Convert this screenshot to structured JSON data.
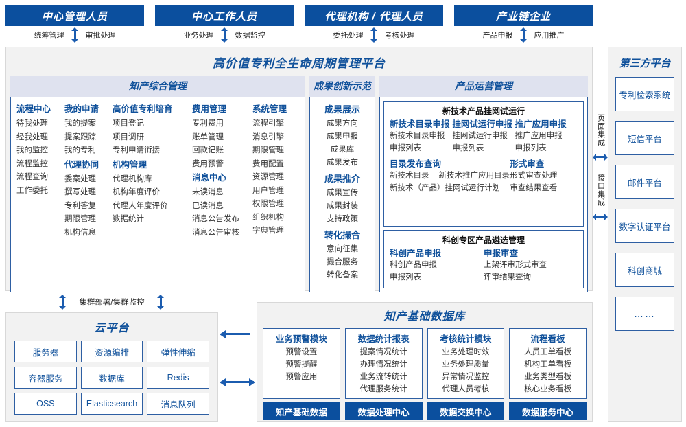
{
  "roles": [
    {
      "title": "中心管理人员",
      "actions": [
        "统筹管理",
        "审批处理"
      ]
    },
    {
      "title": "中心工作人员",
      "actions": [
        "业务处理",
        "数据监控"
      ]
    },
    {
      "title": "代理机构 / 代理人员",
      "actions": [
        "委托处理",
        "考核处理"
      ]
    },
    {
      "title": "产业链企业",
      "actions": [
        "产品申报",
        "应用推广"
      ]
    }
  ],
  "platform": {
    "title": "高价值专利全生命周期管理平台",
    "zhichan": {
      "header": "知产综合管理",
      "columns": [
        {
          "blocks": [
            {
              "head": "流程中心",
              "items": [
                "待我处理",
                "经我处理",
                "我的监控",
                "流程监控",
                "流程查询",
                "工作委托"
              ]
            }
          ]
        },
        {
          "blocks": [
            {
              "head": "我的申请",
              "items": [
                "我的提案",
                "提案跟踪",
                "我的专利"
              ]
            },
            {
              "head": "代理协同",
              "items": [
                "委案处理",
                "撰写处理",
                "专利答复",
                "期限管理",
                "机构信息"
              ]
            }
          ]
        },
        {
          "blocks": [
            {
              "head": "高价值专利培育",
              "items": [
                "项目登记",
                "项目调研",
                "专利申请衔接"
              ]
            },
            {
              "head": "机构管理",
              "items": [
                "代理机构库",
                "机构年度评价",
                "代理人年度评价",
                "数据统计"
              ]
            }
          ]
        },
        {
          "blocks": [
            {
              "head": "费用管理",
              "items": [
                "专利费用",
                "账单管理",
                "回款记账",
                "费用预警"
              ]
            },
            {
              "head": "消息中心",
              "items": [
                "未读消息",
                "已读消息",
                "消息公告发布",
                "消息公告审核"
              ]
            }
          ]
        },
        {
          "blocks": [
            {
              "head": "系统管理",
              "items": [
                "流程引擎",
                "消息引擎",
                "期限管理",
                "费用配置",
                "资源管理",
                "用户管理",
                "权限管理",
                "组织机构",
                "字典管理"
              ]
            }
          ]
        }
      ]
    },
    "chengguo": {
      "header": "成果创新示范",
      "blocks": [
        {
          "head": "成果展示",
          "items": [
            "成果方向",
            "成果申报",
            "成果库",
            "成果发布"
          ]
        },
        {
          "head": "成果推介",
          "items": [
            "成果宣传",
            "成果封装",
            "支持政策"
          ]
        },
        {
          "head": "转化撮合",
          "items": [
            "意向征集",
            "撮合服务",
            "转化备案"
          ]
        }
      ]
    },
    "chanpin": {
      "header": "产品运营管理",
      "box1": {
        "title": "新技术产品挂网试运行",
        "triple": [
          {
            "head": "新技术目录申报",
            "items": [
              "新技术目录申报",
              "申报列表"
            ]
          },
          {
            "head": "挂网试运行申报",
            "items": [
              "挂网试运行申报",
              "申报列表"
            ]
          },
          {
            "head": "推广应用申报",
            "items": [
              "推广应用申报",
              "申报列表"
            ]
          }
        ],
        "left_head": "目录发布查询",
        "left_row1": [
          "新技术目录",
          "新技术推广应用目录"
        ],
        "left_row2": "新技术（产品）挂网试运行计划",
        "right_head": "形式审查",
        "right_items": [
          "形式审查处理",
          "审查结果查看"
        ]
      },
      "box2": {
        "title": "科创专区产品遴选管理",
        "cols": [
          {
            "head": "科创产品申报",
            "items": [
              "科创产品申报",
              "申报列表"
            ]
          },
          {
            "head": "申报审查",
            "items": [
              "上架评审形式审查",
              "评审结果查询"
            ]
          }
        ]
      }
    }
  },
  "integration": {
    "labels": [
      "页面集成",
      "接口集成"
    ]
  },
  "third_party": {
    "title": "第三方平台",
    "items": [
      "专利检索系统",
      "短信平台",
      "邮件平台",
      "数字认证平台",
      "科创商城",
      "……"
    ]
  },
  "cluster": {
    "label": "集群部署/集群监控"
  },
  "cloud": {
    "title": "云平台",
    "cells": [
      "服务器",
      "资源编排",
      "弹性伸缩",
      "容器服务",
      "数据库",
      "Redis",
      "OSS",
      "Elasticsearch",
      "消息队列"
    ]
  },
  "database": {
    "title": "知产基础数据库",
    "columns": [
      {
        "head": "业务预警模块",
        "items": [
          "预警设置",
          "预警提醒",
          "预警应用"
        ],
        "foot": "知产基础数据"
      },
      {
        "head": "数据统计报表",
        "items": [
          "提案情况统计",
          "办理情况统计",
          "业务流转统计",
          "代理服务统计"
        ],
        "foot": "数据处理中心"
      },
      {
        "head": "考核统计模块",
        "items": [
          "业务处理时效",
          "业务处理质量",
          "异常情况监控",
          "代理人员考核"
        ],
        "foot": "数据交换中心"
      },
      {
        "head": "流程看板",
        "items": [
          "人员工单看板",
          "机构工单看板",
          "业务类型看板",
          "核心业务看板"
        ],
        "foot": "数据服务中心"
      }
    ]
  },
  "colors": {
    "brand_blue": "#0B4F9E",
    "accent_blue": "#10519B",
    "border_blue": "#2E5FA3",
    "section_head_bg": "#DFE2EF",
    "panel_bg": "#F2F2F2",
    "arrow_blue": "#1B5CAF"
  }
}
